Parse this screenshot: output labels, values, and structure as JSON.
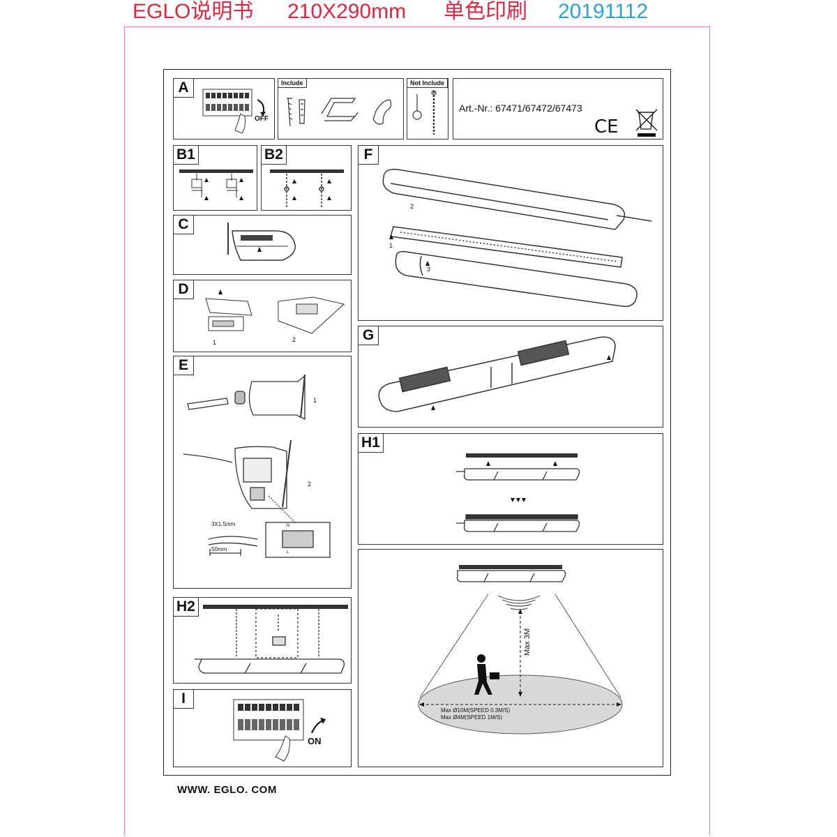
{
  "header": {
    "brand": "EGLO说明书",
    "size": "210X290mm",
    "print": "单色印刷",
    "date": "20191112",
    "colors": {
      "brand": "#e0263f",
      "date": "#2aa3d8",
      "frame": "#e07ab8"
    }
  },
  "panels": {
    "a": {
      "label": "A",
      "off_text": "OFF"
    },
    "include": {
      "label": "Include"
    },
    "not_include": {
      "label": "Not Include"
    },
    "article": {
      "text": "Art.-Nr.: 67471/67472/67473",
      "ce": "CE"
    },
    "b1": {
      "label": "B1"
    },
    "b2": {
      "label": "B2"
    },
    "c": {
      "label": "C"
    },
    "d": {
      "label": "D",
      "step1": "1",
      "step2": "2"
    },
    "e": {
      "label": "E",
      "step1": "1",
      "step2": "2",
      "wire": "3X1.5mm",
      "strip": "50mm",
      "n": "N",
      "l": "L"
    },
    "f": {
      "label": "F",
      "step1": "1",
      "step2": "2",
      "step3": "3"
    },
    "g": {
      "label": "G"
    },
    "h1": {
      "label": "H1"
    },
    "h2": {
      "label": "H2"
    },
    "i": {
      "label": "I",
      "on_text": "ON"
    },
    "sensor": {
      "height": "Max 3M",
      "range1": "Max Ø10M(SPEED 0.3M/S)",
      "range2": "Max Ø4M(SPEED 1M/S)"
    }
  },
  "footer": {
    "url": "WWW. EGLO. COM"
  }
}
